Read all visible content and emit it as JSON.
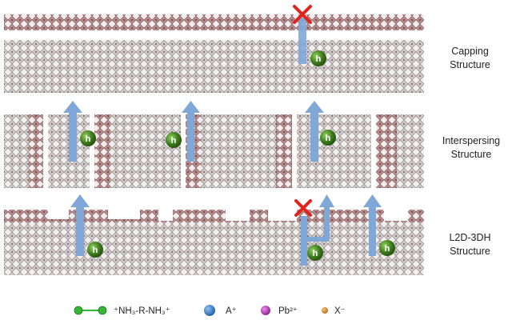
{
  "structures": [
    {
      "id": "capping",
      "line1": "Capping",
      "line2": "Structure"
    },
    {
      "id": "interspersing",
      "line1": "Interspersing",
      "line2": "Structure"
    },
    {
      "id": "l2d3dh",
      "line1": "L2D-3DH",
      "line2": "Structure"
    }
  ],
  "spacer_glyph": "h",
  "blocked_glyph": "✕",
  "legend": {
    "ligand": "⁺NH₃-R-NH₃⁺",
    "a_cation": "A⁺",
    "pb": "Pb²⁺",
    "x": "X⁻"
  },
  "colors": {
    "octahedron_grey": "#c9c4c4",
    "octahedron_pink": "#b68a8a",
    "arrow_blue": "#7fa8d8",
    "spacer_green": "#3f7a1f",
    "block_red": "#e0241b",
    "a_cation_blue": "#2f78c4",
    "pb_purple": "#b02eb0",
    "x_orange": "#d98a2b",
    "ligand_green": "#34b534"
  }
}
